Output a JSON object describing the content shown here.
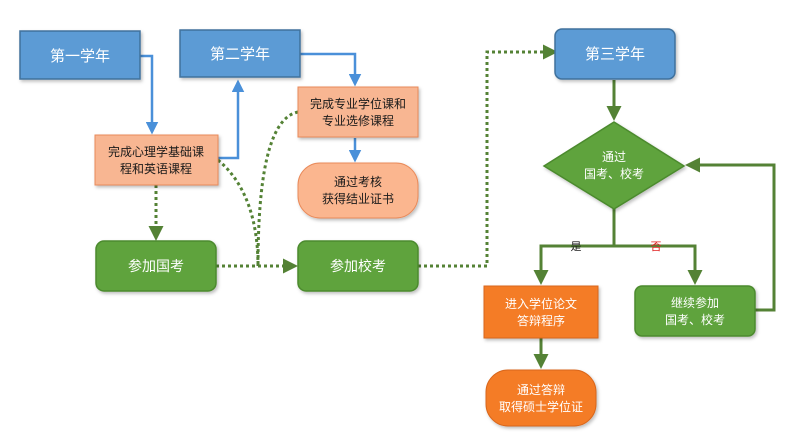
{
  "colors": {
    "blue_fill": "#5b9bd5",
    "blue_stroke": "#41719c",
    "salmon_fill": "#f8b692",
    "salmon_stroke": "#e98a5a",
    "peach_fill": "#fbb68f",
    "green_fill": "#5fa33c",
    "green_stroke": "#4c8a2e",
    "orange_fill": "#f47c28",
    "arrow_blue": "#4a90d9",
    "arrow_green": "#548235",
    "no_label": "#e02020"
  },
  "nodes": {
    "year1": "第一学年",
    "year2": "第二学年",
    "year3": "第三学年",
    "psych_line1": "完成心理学基础课",
    "psych_line2": "程和英语课程",
    "major_line1": "完成专业学位课和",
    "major_line2": "专业选修课程",
    "cert_line1": "通过考核",
    "cert_line2": "获得结业证书",
    "national_exam": "参加国考",
    "school_exam": "参加校考",
    "decision_line1": "通过",
    "decision_line2": "国考、校考",
    "thesis_line1": "进入学位论文",
    "thesis_line2": "答辩程序",
    "degree_line1": "通过答辩",
    "degree_line2": "取得硕士学位证",
    "retry_line1": "继续参加",
    "retry_line2": "国考、校考"
  },
  "branches": {
    "yes": "是",
    "no": "否"
  }
}
